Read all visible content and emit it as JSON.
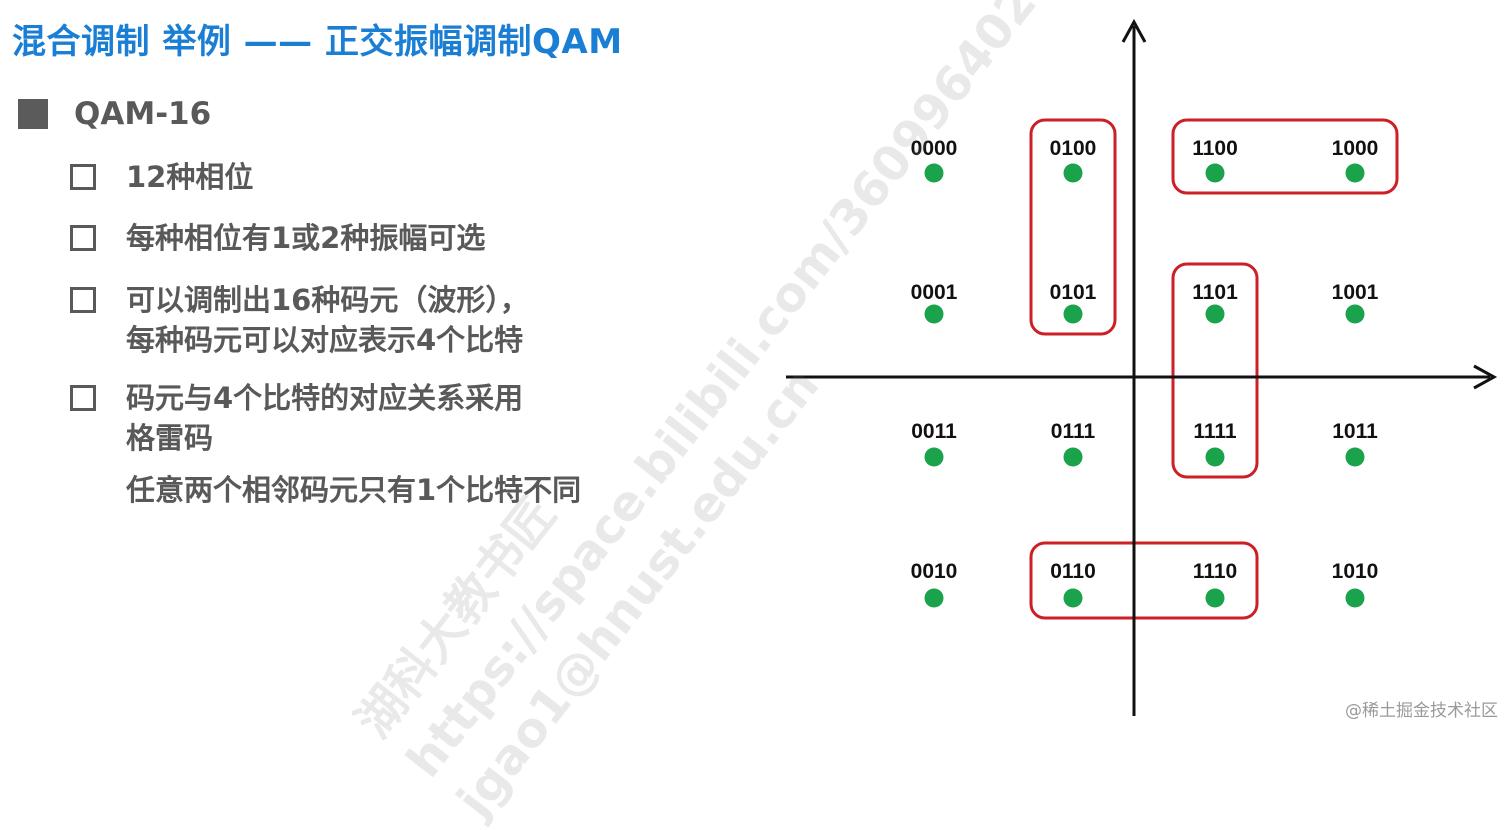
{
  "title": "混合调制 举例 —— 正交振幅调制QAM",
  "heading": "QAM-16",
  "items": [
    {
      "lines": [
        "12种相位"
      ]
    },
    {
      "lines": [
        "每种相位有1或2种振幅可选"
      ]
    },
    {
      "lines": [
        "可以调制出16种码元（波形），",
        "每种码元可以对应表示4个比特"
      ]
    },
    {
      "lines": [
        "码元与4个比特的对应关系采用",
        "格雷码",
        "任意两个相邻码元只有1个比特不同"
      ]
    }
  ],
  "constellation": {
    "rows": [
      [
        "0000",
        "0100",
        "1100",
        "1000"
      ],
      [
        "0001",
        "0101",
        "1101",
        "1001"
      ],
      [
        "0011",
        "0111",
        "1111",
        "1011"
      ],
      [
        "0010",
        "0110",
        "1110",
        "1010"
      ]
    ],
    "groups": [
      [
        "0100",
        "0101"
      ],
      [
        "1100",
        "1000"
      ],
      [
        "1101",
        "1111"
      ],
      [
        "0110",
        "1110"
      ]
    ],
    "colors": {
      "point": "#1aa34a",
      "group": "#cc1f26",
      "axis": "#111111"
    }
  },
  "watermark": [
    "湖科大教书匠",
    "https://space.bilibili.com/360996402",
    "jgao1@hnust.edu.cn"
  ],
  "credit": "@稀土掘金技术社区"
}
